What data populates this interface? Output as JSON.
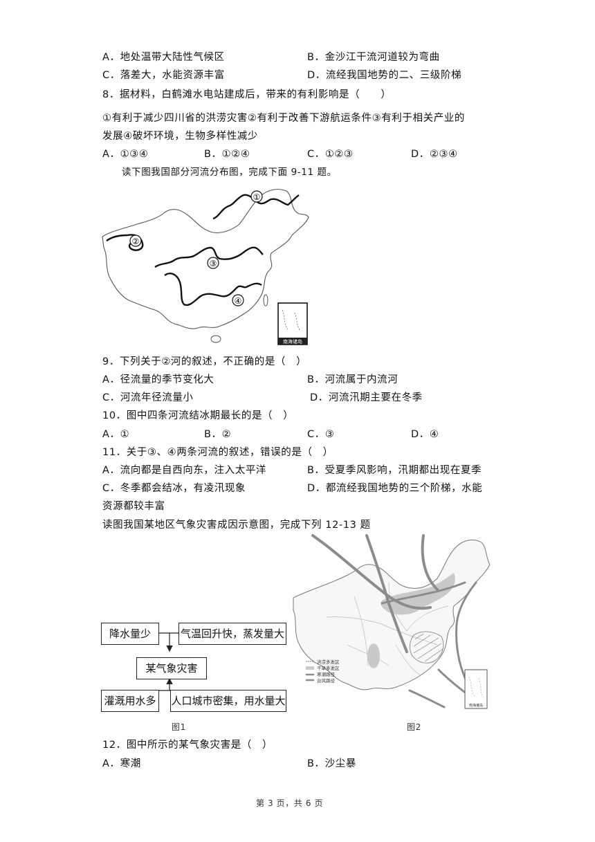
{
  "q7_options": {
    "A": "A．地处温带大陆性气候区",
    "B": "B．金沙江干流河道较为弯曲",
    "C": "C．落差大，水能资源丰富",
    "D": "D．流经我国地势的二、三级阶梯"
  },
  "q8": {
    "stem": "8．据材料，白鹤滩水电站建成后，带来的有利影响是（　　）",
    "items_line1": "①有利于减少四川省的洪涝灾害②有利于改善下游航运条件③有利于相关产业的",
    "items_line2": "发展④破坏环境，生物多样性减少",
    "A": "A．①③④",
    "B": "B．①②④",
    "C": "C．①②③",
    "D": "D．②③④"
  },
  "intro_9_11": "读下图我国部分河流分布图，完成下面 9-11 题。",
  "map1": {
    "labels": [
      "①",
      "②",
      "③",
      "④"
    ],
    "inset_label": "南海诸岛"
  },
  "q9": {
    "stem": "9．下列关于②河的叙述，不正确的是（　）",
    "A": "A．径流量的季节变化大",
    "B": "B．河流属于内流河",
    "C": "C．河流年径流量小",
    "D": "D．河流汛期主要在冬季"
  },
  "q10": {
    "stem": "10．图中四条河流结冰期最长的是（　）",
    "A": "A．①",
    "B": "B．②",
    "C": "C．③",
    "D": "D．④"
  },
  "q11": {
    "stem": "11．关于③、④两条河流的叙述，错误的是（　）",
    "A": "A．流向都是自西向东，注入太平洋",
    "B": "B．受夏季风影响，汛期都出现在夏季",
    "C": "C．冬季都会结冰，有凌汛现象",
    "D_line1": "D．都流经我国地势的三个阶梯，水能",
    "D_line2": "资源都较丰富"
  },
  "intro_12_13": "读图我国某地区气象灾害成因示意图，完成下列 12-13 题",
  "fig1": {
    "box_top_left": "降水量少",
    "box_top_right": "气温回升快，蒸发量大",
    "box_center": "某气象灾害",
    "box_bottom_left": "灌溉用水多",
    "box_bottom_right": "人口城市密集，用水量大",
    "caption": "图1"
  },
  "fig2": {
    "legend": [
      "洪涝多发区",
      "干旱多发区",
      "寒潮路径",
      "台风路径"
    ],
    "inset_label": "南海诸岛",
    "caption": "图2"
  },
  "q12": {
    "stem": "12．图中所示的某气象灾害是（　）",
    "A": "A．寒潮",
    "B": "B．沙尘暴"
  },
  "footer": "第 3 页，共 6 页"
}
